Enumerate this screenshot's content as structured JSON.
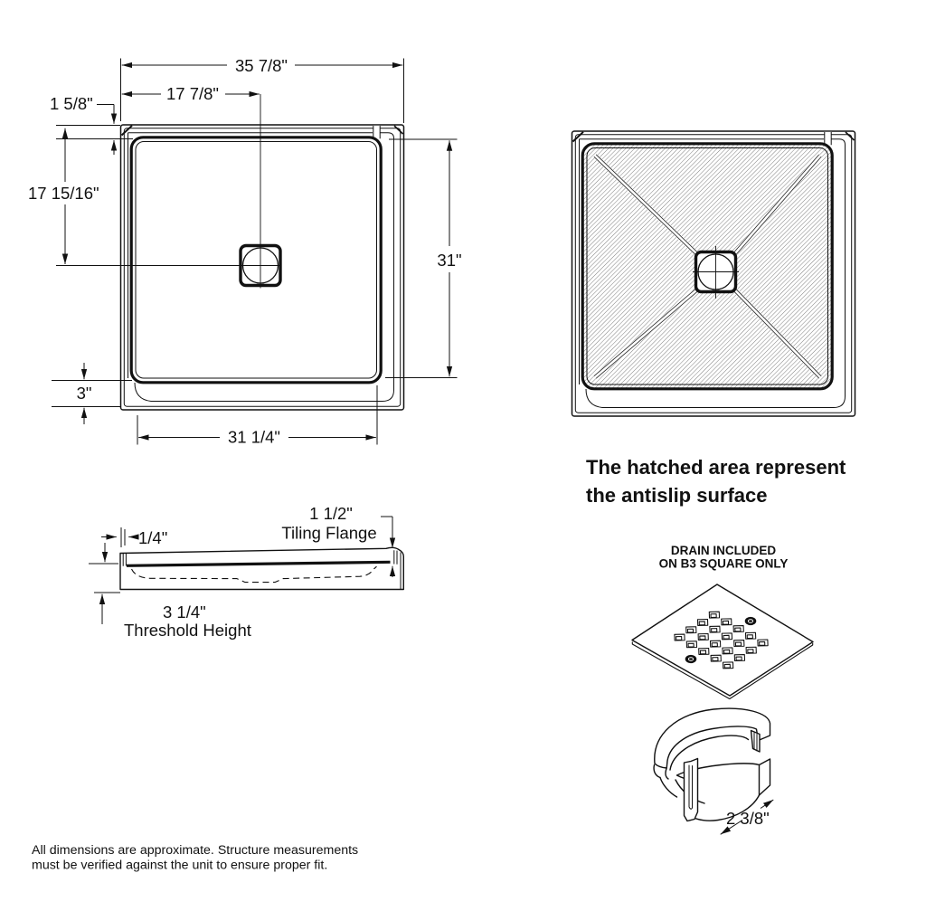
{
  "page": {
    "background": "#ffffff",
    "ink": "#111111"
  },
  "plan_view": {
    "title": "shower base plan view",
    "dim_overall_width": "35 7/8\"",
    "dim_drain_offset_x": "17 7/8\"",
    "dim_flange_depth": "1 5/8\"",
    "dim_drain_offset_y": "17 15/16\"",
    "dim_inner_depth": "31\"",
    "dim_threshold_depth": "3\"",
    "dim_inner_width": "31 1/4\""
  },
  "hatched_view": {
    "caption_line1": "The hatched area represent",
    "caption_line2": "the antislip surface"
  },
  "side_view": {
    "dim_lip_width": "1/4\"",
    "dim_flange_height": "1 1/2\"",
    "flange_label": "Tiling Flange",
    "dim_threshold_height": "3 1/4\"",
    "threshold_label": "Threshold Height"
  },
  "drain_detail": {
    "note_line1": "DRAIN INCLUDED",
    "note_line2": "ON B3 SQUARE ONLY",
    "dim_outlet_diameter": "2 3/8\""
  },
  "footer": {
    "disclaimer_line1": "All dimensions are approximate. Structure measurements",
    "disclaimer_line2": "must be verified against the unit to ensure proper fit."
  }
}
